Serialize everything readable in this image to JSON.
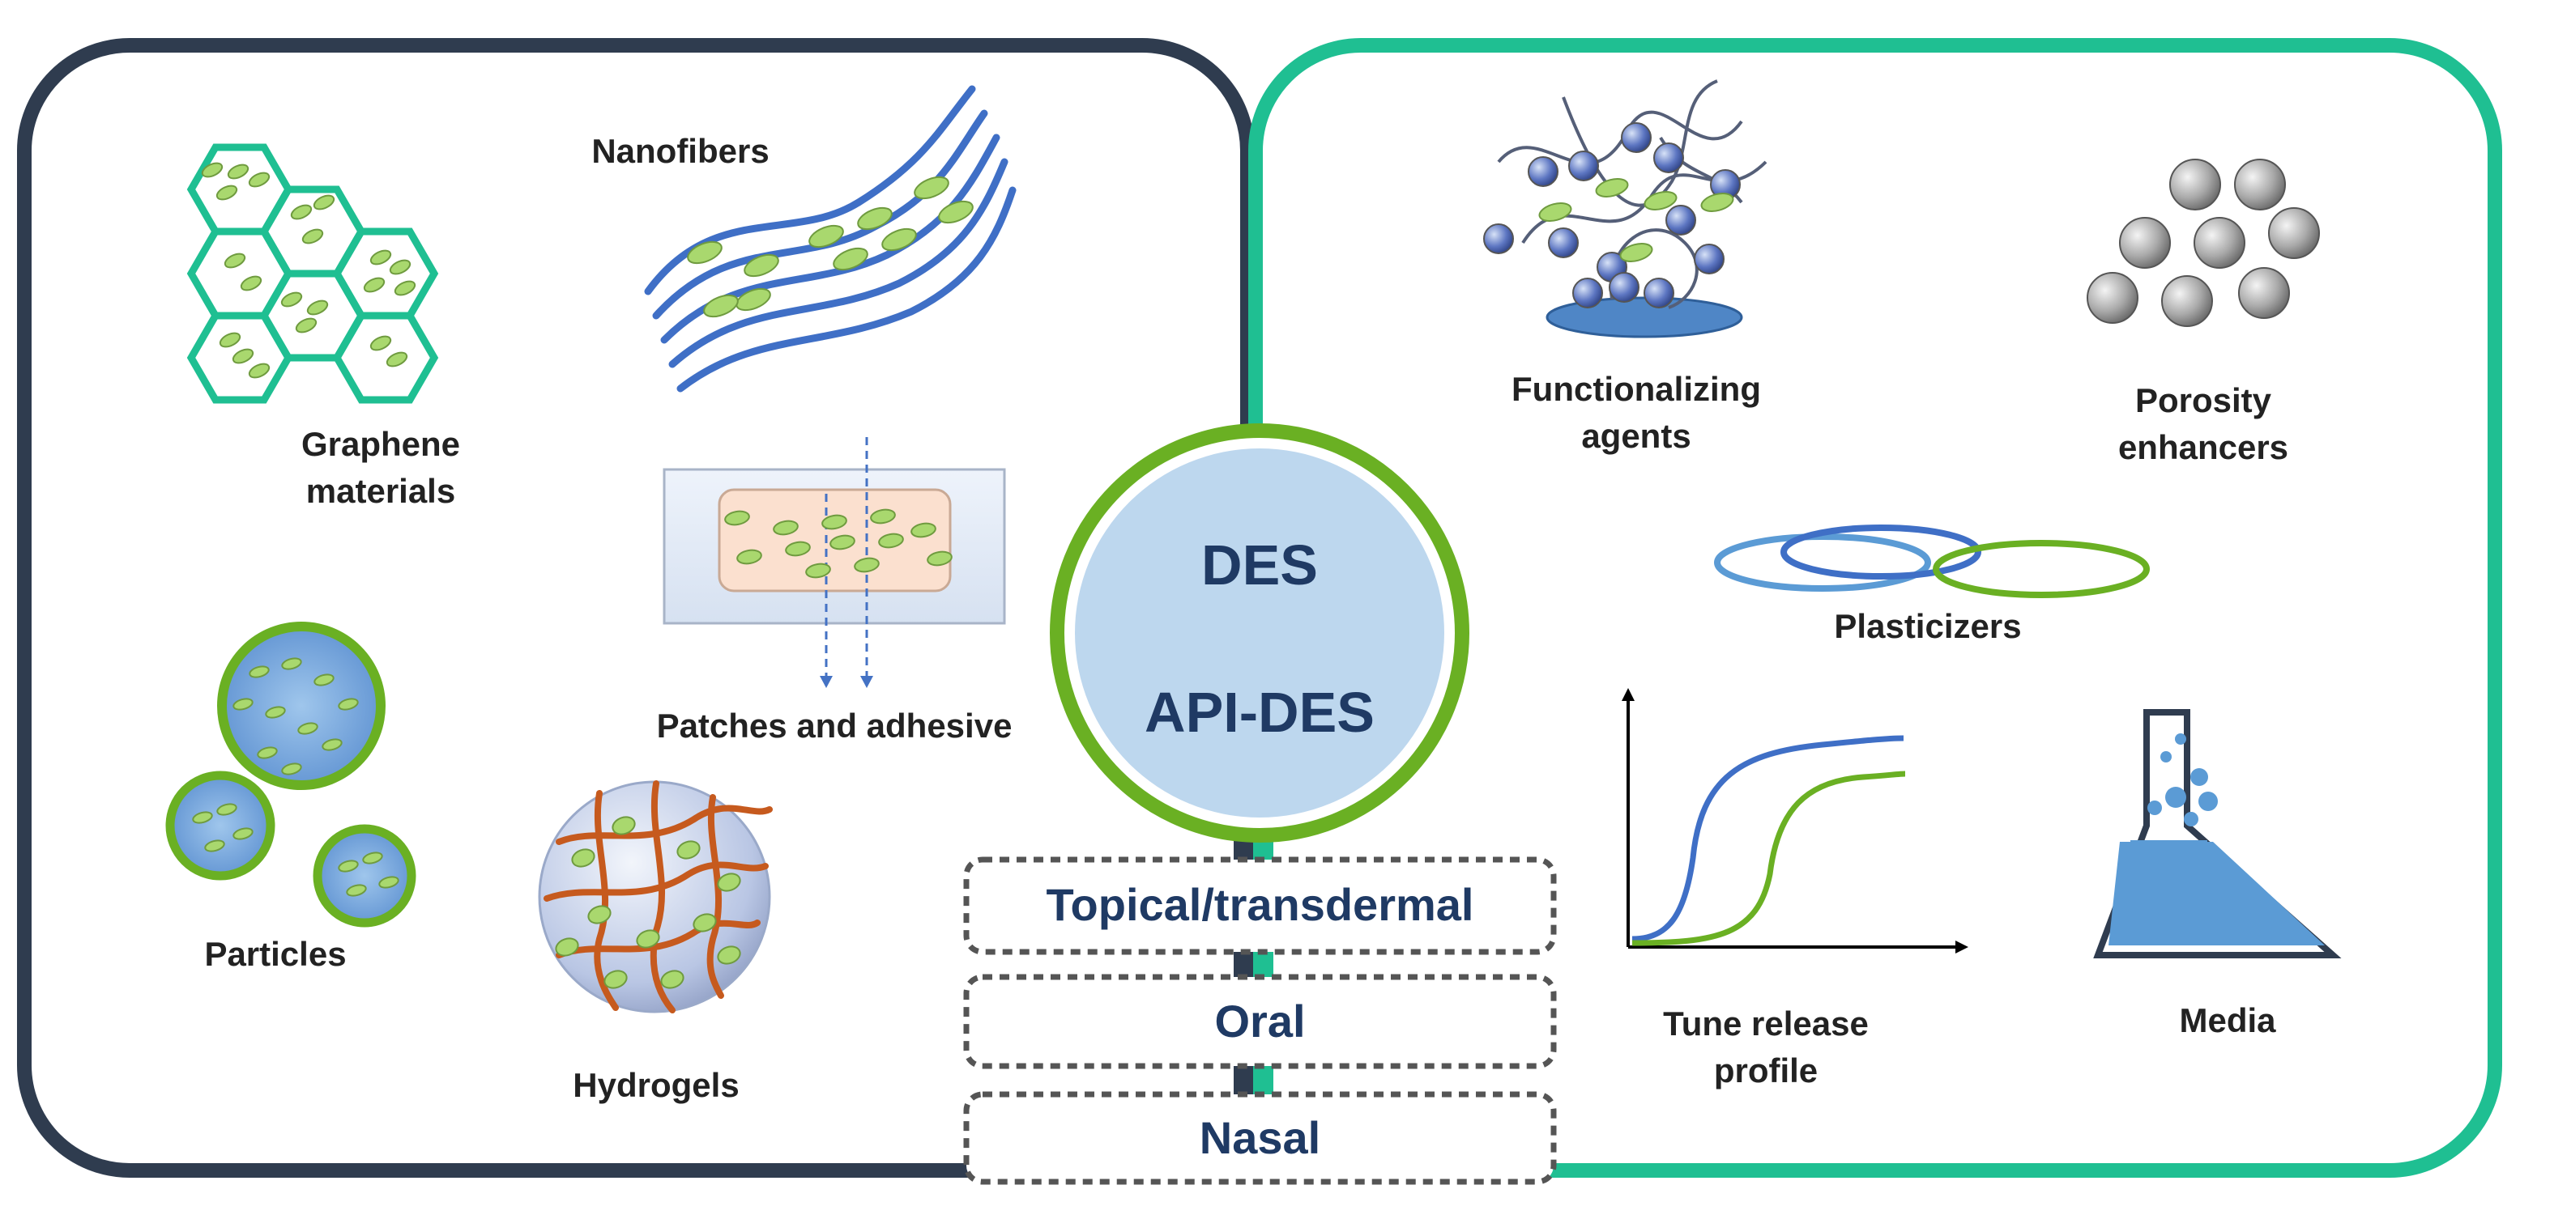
{
  "left_panel": {
    "labels": {
      "graphene": "Graphene\nmaterials",
      "nanofibers": "Nanofibers",
      "patches": "Patches and adhesive",
      "particles": "Particles",
      "hydrogels": "Hydrogels"
    }
  },
  "center": {
    "line1": "DES",
    "line2": "API-DES",
    "routes": [
      "Topical/transdermal",
      "Oral",
      "Nasal"
    ]
  },
  "right_panel": {
    "labels": {
      "functionalizing": "Functionalizing\nagents",
      "porosity": "Porosity\nenhancers",
      "plasticizers": "Plasticizers",
      "tune": "Tune release\nprofile",
      "media": "Media"
    }
  },
  "colors": {
    "left_frame": "#2f3c4f",
    "right_frame": "#1fbf92",
    "circle_ring": "#6ab023",
    "circle_fill": "#bdd7ee",
    "hex": "#1fbf92",
    "fiber": "#3f6fc6",
    "drug": "#a9d86e",
    "hydrogel_fiber": "#c65a1e",
    "curve_blue": "#3f6fc6",
    "curve_green": "#6ab023",
    "flask_liquid": "#5b9bd5"
  }
}
